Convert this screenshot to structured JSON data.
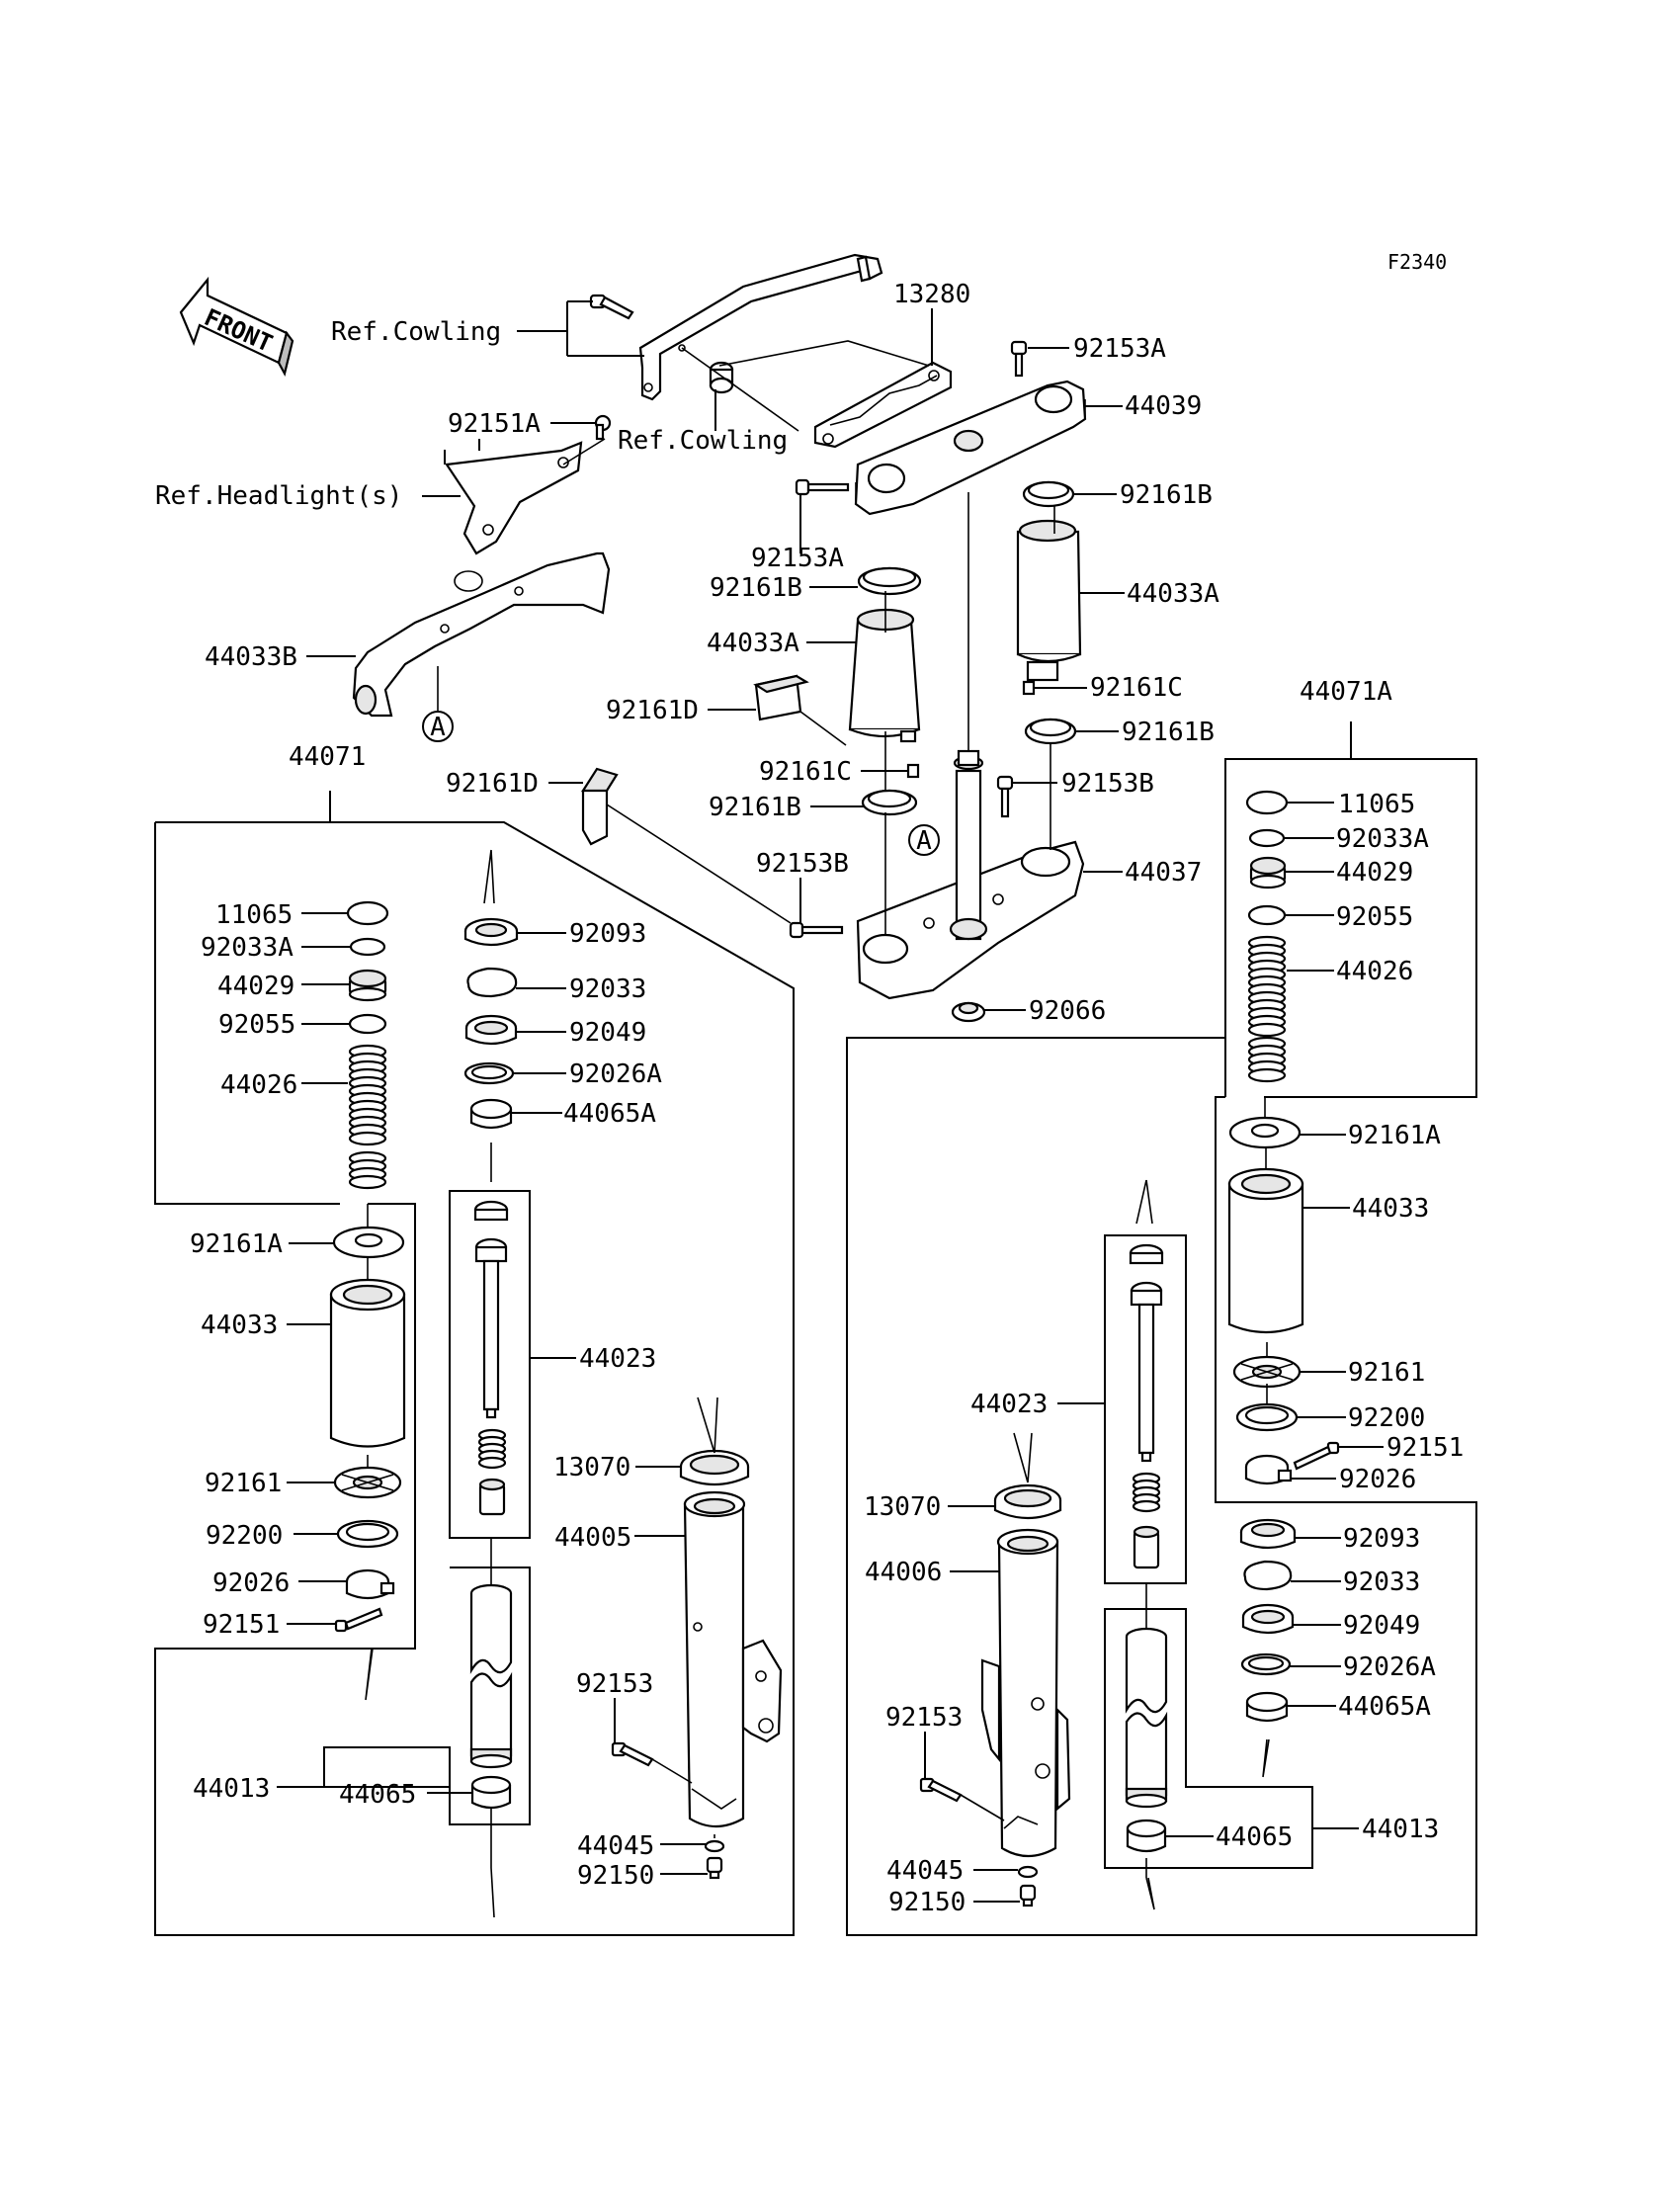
{
  "figure_code": "F2340",
  "front_arrow": {
    "text": "FRONT",
    "icon": "front-arrow-icon"
  },
  "references": {
    "cowling_1": "Ref.Cowling",
    "cowling_2": "Ref.Cowling",
    "headlight": "Ref.Headlight(s)"
  },
  "callouts": {
    "a1": "A",
    "a2": "A"
  },
  "top_labels": {
    "p13280": "13280",
    "p92153A_top": "92153A",
    "p44039": "44039",
    "p92151A": "92151A",
    "p92161B_r1": "92161B",
    "p92153A_left": "92153A",
    "p92161B_l1": "92161B",
    "p44033A_r": "44033A",
    "p44033A_l": "44033A",
    "p44033B": "44033B",
    "p92161C_r": "92161C",
    "p92161D_a": "92161D",
    "p92161B_r2": "92161B",
    "p92161C_l": "92161C",
    "p92161D_b": "92161D",
    "p92153B_r": "92153B",
    "p92161B_l2": "92161B",
    "p92153B_l": "92153B",
    "p44037": "44037",
    "p92066": "92066"
  },
  "left_fork": {
    "group": "44071",
    "p11065": "11065",
    "p92033A": "92033A",
    "p44029": "44029",
    "p92055": "92055",
    "p44026": "44026",
    "p92093": "92093",
    "p92033": "92033",
    "p92049": "92049",
    "p92026A": "92026A",
    "p44065A": "44065A",
    "p92161A": "92161A",
    "p44033": "44033",
    "p44023": "44023",
    "p92161": "92161",
    "p13070": "13070",
    "p92200": "92200",
    "p44005": "44005",
    "p92026": "92026",
    "p92151": "92151",
    "p92153": "92153",
    "p44013": "44013",
    "p44065": "44065",
    "p44045": "44045",
    "p92150": "92150"
  },
  "right_fork": {
    "group": "44071A",
    "p11065": "11065",
    "p92033A": "92033A",
    "p44029": "44029",
    "p92055": "92055",
    "p44026": "44026",
    "p92161A": "92161A",
    "p44033": "44033",
    "p92161": "92161",
    "p44023": "44023",
    "p92200": "92200",
    "p92151": "92151",
    "p13070": "13070",
    "p92026": "92026",
    "p44006": "44006",
    "p92093": "92093",
    "p92033": "92033",
    "p92049": "92049",
    "p92153": "92153",
    "p92026A": "92026A",
    "p44065A": "44065A",
    "p44065": "44065",
    "p44013": "44013",
    "p44045": "44045",
    "p92150": "92150"
  }
}
